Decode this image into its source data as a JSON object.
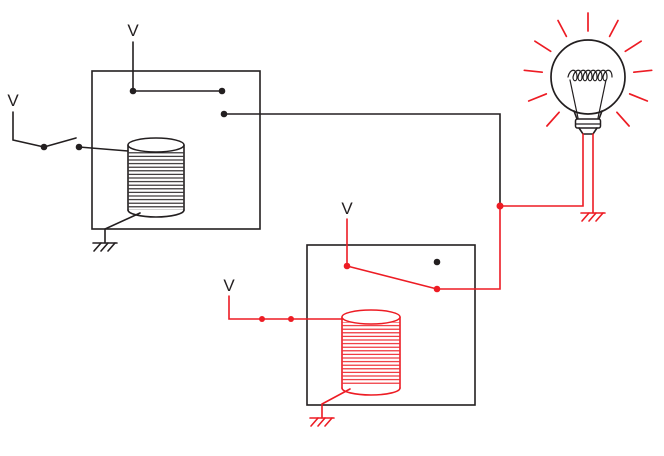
{
  "figure": {
    "kind": "relay-circuit-diagram",
    "labels": {
      "switch_supply": "V",
      "relay1_contact_supply": "V",
      "relay2_coil_supply": "V",
      "relay2_contact_supply": "V"
    },
    "colors": {
      "wire": "#231f20",
      "energized": "#ed1c24",
      "background": "#ffffff"
    }
  }
}
